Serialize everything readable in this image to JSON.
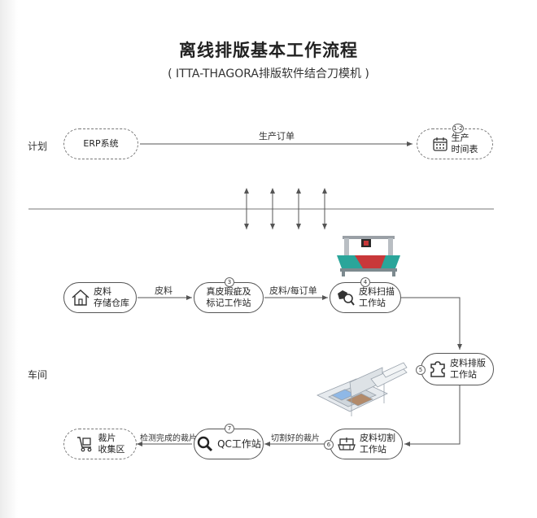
{
  "title": "离线排版基本工作流程",
  "subtitle": "( ITTA-THAGORA排版软件结合刀模机 )",
  "lanes": {
    "plan": "计划",
    "workshop": "车间"
  },
  "nodes": {
    "erp": {
      "label": "ERP系统"
    },
    "schedule": {
      "line1": "生产",
      "line2": "时间表",
      "badge": "1-2"
    },
    "leather_store": {
      "line1": "皮料",
      "line2": "存储仓库"
    },
    "inspection": {
      "line1": "真皮瑕疵及",
      "line2": "标记工作站",
      "badge": "3"
    },
    "scan": {
      "line1": "皮料扫描",
      "line2": "工作站",
      "badge": "4"
    },
    "nesting": {
      "line1": "皮料排版",
      "line2": "工作站",
      "badge": "5"
    },
    "cutting": {
      "line1": "皮料切割",
      "line2": "工作站",
      "badge": "6"
    },
    "qc": {
      "label": "QC工作站",
      "badge": "7"
    },
    "pieces": {
      "line1": "裁片",
      "line2": "收集区"
    }
  },
  "edges": {
    "order": "生产订单",
    "leather": "皮料",
    "per_order": "皮料/每订单",
    "cut_pieces": "切割好的裁片",
    "checked": "检测完成的裁片"
  },
  "icons": {
    "schedule": "calendar-icon",
    "leather_store": "house-icon",
    "scan": "scan-magnifier-icon",
    "nesting": "puzzle-icon",
    "cutting": "cutting-table-icon",
    "qc": "magnifier-icon",
    "pieces": "cart-icon"
  },
  "colors": {
    "machine_accent": "#2aa59a",
    "machine_red": "#c8383a",
    "line": "#666666"
  }
}
